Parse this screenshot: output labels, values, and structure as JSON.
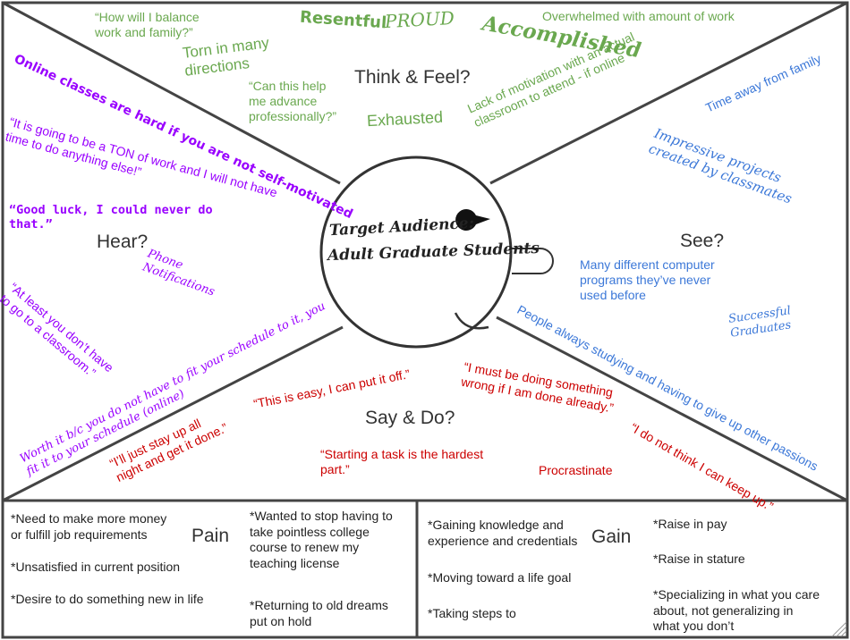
{
  "center": {
    "line1": "Target Audience:",
    "line2": "Adult Graduate Students"
  },
  "quadrants": {
    "think_feel": "Think & Feel?",
    "hear": "Hear?",
    "see": "See?",
    "say_do": "Say & Do?"
  },
  "think_feel_notes": {
    "balance": "“How will I balance\nwork and family?”",
    "torn": "Torn in many\ndirections",
    "advance": "“Can this help\nme advance\nprofessionally?”",
    "resentful": "Resentful",
    "proud": "PROUD",
    "accomplished": "Accomplished",
    "overwhelmed": "Overwhelmed with amount of work",
    "exhausted": "Exhausted",
    "motivation": "Lack of motivation with an actual\nclassroom to attend - if online"
  },
  "hear_notes": {
    "online_hard": "Online classes are hard if you are not self-motivated",
    "ton_of_work": "“It is going to be a TON of work and I will not have\ntime to do anything else!”",
    "good_luck": "“Good luck, I could never do\nthat.”",
    "phone": "Phone\nNotifications",
    "classroom": "“At least you don’t have\nto go to a classroom.”",
    "worth_it": "Worth it b/c you do not have to fit your schedule to it, you\nfit it to your schedule (online)"
  },
  "see_notes": {
    "time_away": "Time away from family",
    "impressive": "Impressive projects\ncreated by classmates",
    "programs": "Many different computer\nprograms they’ve never\nused before",
    "successful": "Successful\nGraduates",
    "studying": "People always studying and having to give up other passions"
  },
  "say_do_notes": {
    "easy": "“This is easy, I can put it off.”",
    "wrong": "“I must be doing something\nwrong if I am done already.”",
    "stay_up": "“I’ll just stay up all\nnight and get it done.”",
    "keep_up": "“I do not think I can keep up.”",
    "starting": "“Starting a task is the hardest\npart.”",
    "procrastinate": "Procrastinate"
  },
  "pain": {
    "title": "Pain",
    "items": [
      "*Need to make more money\n  or fulfill job requirements",
      "*Unsatisfied in current position",
      "*Desire to do something new in life",
      "*Wanted to stop having to\ntake pointless college\ncourse to renew my\nteaching license",
      "*Returning to old dreams\nput on hold"
    ]
  },
  "gain": {
    "title": "Gain",
    "items": [
      "*Gaining knowledge and\nexperience and credentials",
      "*Moving toward a life goal",
      "*Taking steps to",
      "*Raise in pay",
      "*Raise in stature",
      "*Specializing in what you care\nabout, not generalizing in\nwhat you don’t"
    ]
  },
  "colors": {
    "think_feel": "#6aa84f",
    "hear": "#9900ff",
    "see": "#3c78d8",
    "say_do": "#cc0000"
  }
}
